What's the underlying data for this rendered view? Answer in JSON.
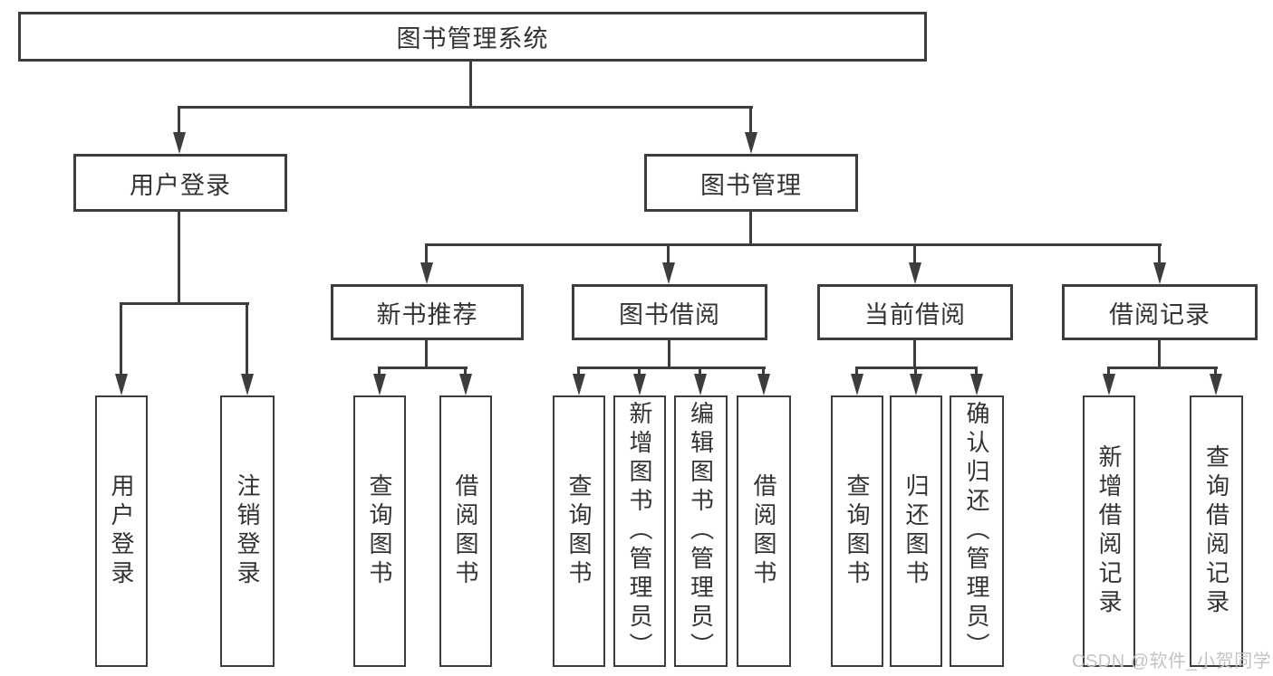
{
  "diagram": {
    "title_node": "图书管理系统",
    "root": {
      "label": "图书管理系统"
    },
    "branches": [
      {
        "label": "用户登录"
      },
      {
        "label": "图书管理"
      }
    ],
    "modules": [
      {
        "label": "新书推荐"
      },
      {
        "label": "图书借阅"
      },
      {
        "label": "当前借阅"
      },
      {
        "label": "借阅记录"
      }
    ],
    "leaves": [
      {
        "label": "用户登录"
      },
      {
        "label": "注销登录"
      },
      {
        "label": "查询图书"
      },
      {
        "label": "借阅图书"
      },
      {
        "label": "查询图书"
      },
      {
        "label": "新增图书（管理员）"
      },
      {
        "label": "编辑图书（管理员）"
      },
      {
        "label": "借阅图书"
      },
      {
        "label": "查询图书"
      },
      {
        "label": "归还图书"
      },
      {
        "label": "确认归还（管理员）"
      },
      {
        "label": "新增借阅记录"
      },
      {
        "label": "查询借阅记录"
      }
    ]
  },
  "watermark": {
    "text": "CSDN @软件_小贺同学"
  },
  "colors": {
    "line": "#3d3d3d",
    "text": "#333333",
    "watermark": "#c4c4c4",
    "background": "#ffffff"
  }
}
